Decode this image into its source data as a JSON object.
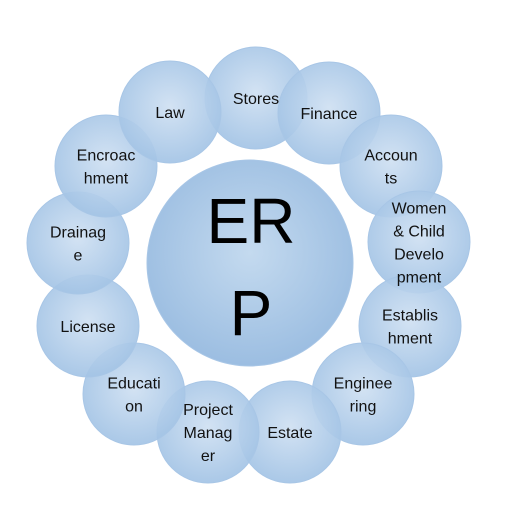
{
  "center": {
    "lines": [
      "ER",
      "P"
    ]
  },
  "modules": [
    {
      "lines": [
        "Stores"
      ]
    },
    {
      "lines": [
        "Finance"
      ]
    },
    {
      "lines": [
        "Accoun",
        "ts"
      ]
    },
    {
      "lines": [
        "Women",
        "& Child",
        "Develo",
        "pment"
      ]
    },
    {
      "lines": [
        "Establis",
        "hment"
      ]
    },
    {
      "lines": [
        "Enginee",
        "ring"
      ]
    },
    {
      "lines": [
        "Estate"
      ]
    },
    {
      "lines": [
        "Project",
        "Manag",
        "er"
      ]
    },
    {
      "lines": [
        "Educati",
        "on"
      ]
    },
    {
      "lines": [
        "License"
      ]
    },
    {
      "lines": [
        "Drainag",
        "e"
      ]
    },
    {
      "lines": [
        "Encroac",
        "hment"
      ]
    },
    {
      "lines": [
        "Law"
      ]
    }
  ],
  "colors": {
    "circle_fill_light": "#c9dcf0",
    "circle_fill_dark": "#98bde2",
    "circle_stroke": "#a8c6e6",
    "center_fill_light": "#bcd5ee",
    "center_fill_dark": "#93b8df",
    "text": "#111111"
  }
}
